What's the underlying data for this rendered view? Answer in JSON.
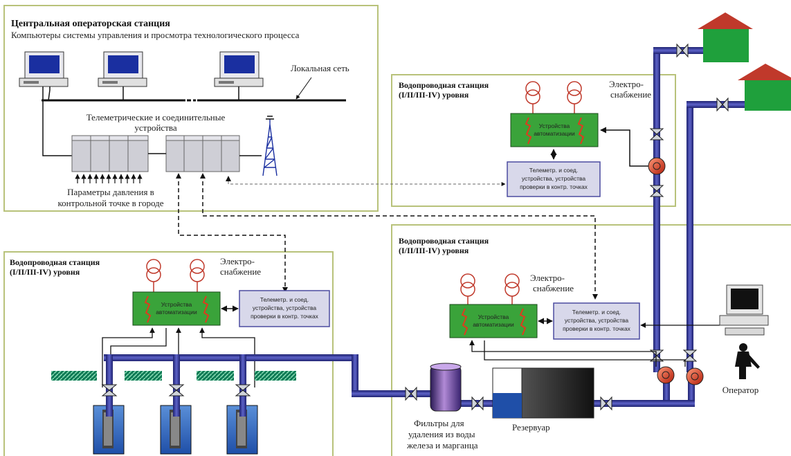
{
  "central": {
    "title": "Центральная операторская станция",
    "subtitle": "Компьютеры системы управления и просмотра технологического процесса",
    "lan": "Локальная сеть",
    "telemetry_1": "Телеметрические и соединительные",
    "telemetry_2": "устройства",
    "pressure_1": "Параметры давления в",
    "pressure_2": "контрольной точке в городе"
  },
  "station_top": {
    "title_1": "Водопроводная станция",
    "title_2": "(I/II/III-IV) уровня",
    "power_1": "Электро-",
    "power_2": "снабжение",
    "automation_1": "Устройства",
    "automation_2": "автоматизации",
    "telemetry_1": "Телеметр. и соед.",
    "telemetry_2": "устройства, устройства",
    "telemetry_3": "проверки в контр. точках"
  },
  "station_left": {
    "title_1": "Водопроводная станция",
    "title_2": "(I/II/III-IV) уровня",
    "power_1": "Электро-",
    "power_2": "снабжение",
    "automation_1": "Устройства",
    "automation_2": "автоматизации",
    "telemetry_1": "Телеметр. и соед.",
    "telemetry_2": "устройства, устройства",
    "telemetry_3": "проверки в контр. точках"
  },
  "station_right": {
    "title_1": "Водопроводная станция",
    "title_2": "(I/II/III-IV) уровня",
    "power_1": "Электро-",
    "power_2": "снабжение",
    "automation_1": "Устройства",
    "automation_2": "автоматизации",
    "telemetry_1": "Телеметр. и соед.",
    "telemetry_2": "устройства, устройства",
    "telemetry_3": "проверки в контр. точках"
  },
  "labels": {
    "filters_1": "Фильтры для",
    "filters_2": "удаления из воды",
    "filters_3": "железа и марганца",
    "reservoir": "Резервуар",
    "operator": "Оператор"
  },
  "colors": {
    "frame": "#b8c27a",
    "pipe": "#2b2f8a",
    "pipe_light": "#5a5fc0",
    "automation": "#3aa33a",
    "telemetry_box": "#d8d8ea",
    "house_wall": "#1fa03c",
    "house_roof": "#c0392b"
  }
}
